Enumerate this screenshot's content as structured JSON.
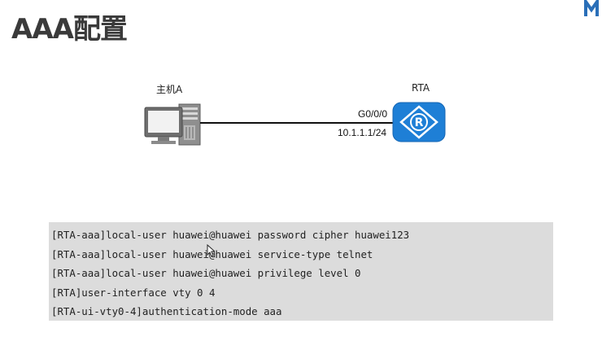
{
  "title": "AAA配置",
  "diagram": {
    "host": {
      "label": "主机A",
      "icon": "computer-icon"
    },
    "router": {
      "label": "RTA",
      "icon": "router-icon"
    },
    "link": {
      "port": "G0/0/0",
      "ip": "10.1.1.1/24"
    }
  },
  "config": {
    "lines": [
      "[RTA-aaa]local-user huawei@huawei password cipher huawei123",
      "[RTA-aaa]local-user huawei@huawei service-type telnet",
      "[RTA-aaa]local-user huawei@huawei privilege level 0",
      "[RTA]user-interface vty 0 4",
      "[RTA-ui-vty0-4]authentication-mode aaa"
    ]
  },
  "colors": {
    "title": "#3a3a3a",
    "router_blue": "#1e7fd6",
    "config_bg": "#dcdcdc",
    "logo_blue": "#2a6fb8"
  }
}
